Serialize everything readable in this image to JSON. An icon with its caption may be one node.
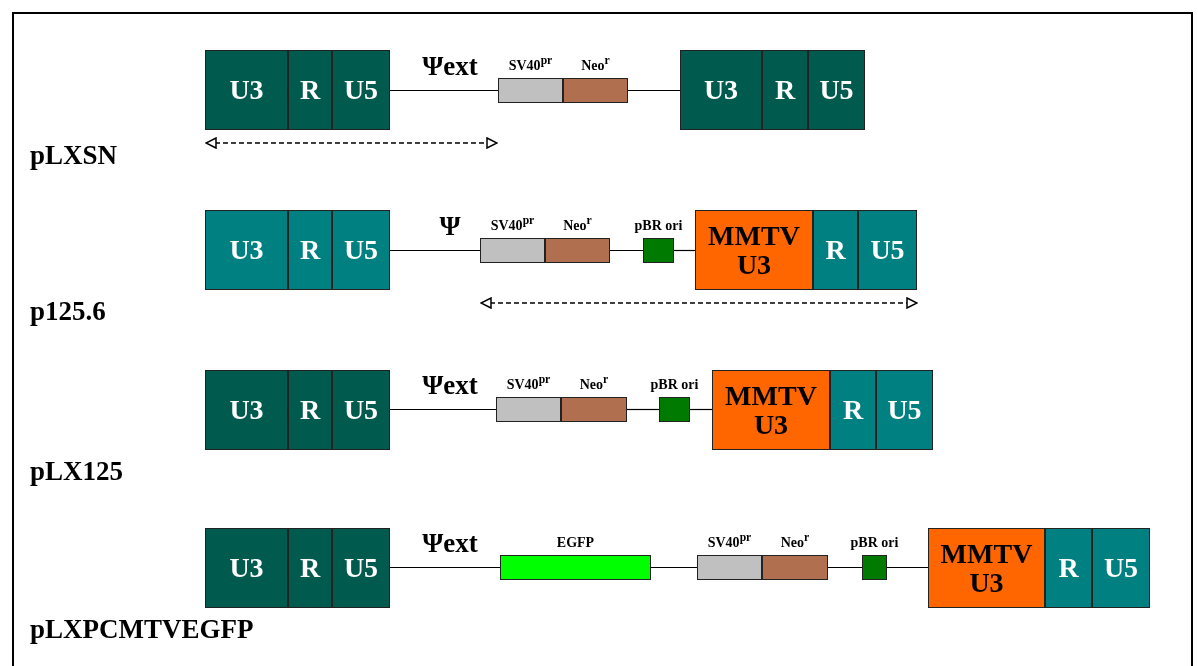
{
  "diagram": {
    "nodes": [
      {
        "text": [
          "U3"
        ]
      },
      {
        "text": [
          "R"
        ]
      },
      {
        "text": [
          "U5"
        ]
      },
      {
        "text": [
          "SV40$^{pr}$"
        ]
      },
      {
        "text": [
          "Neo$^{r}$"
        ]
      },
      {
        "text": [
          "U3"
        ]
      },
      {
        "text": [
          "R"
        ]
      },
      {
        "text": [
          "U5"
        ]
      },
      {
        "text": [
          "U3"
        ]
      },
      {
        "text": [
          "R"
        ]
      },
      {
        "text": [
          "U5"
        ]
      },
      {
        "text": [
          "SV40$^{pr}$"
        ]
      },
      {
        "text": [
          "Neo$^{r}$"
        ]
      },
      {
        "text": [
          "pBR ori"
        ]
      },
      {
        "text": [
          "MMTV U3"
        ]
      },
      {
        "text": [
          "R"
        ]
      },
      {
        "text": [
          "U5"
        ]
      },
      {
        "text": [
          "U3"
        ]
      },
      {
        "text": [
          "R"
        ]
      },
      {
        "text": [
          "U5"
        ]
      },
      {
        "text": [
          "SV40$^{pr}$"
        ]
      },
      {
        "text": [
          "Neo$^{r}$"
        ]
      },
      {
        "text": [
          "pBR ori"
        ]
      },
      {
        "text": [
          "MMTV U3"
        ]
      },
      {
        "text": [
          "R"
        ]
      },
      {
        "text": [
          "U5"
        ]
      },
      {
        "text": [
          "U3"
        ]
      },
      {
        "text": [
          "R"
        ]
      },
      {
        "text": [
          "U5"
        ]
      },
      {
        "text": [
          "EGFP"
        ]
      },
      {
        "text": [
          "SV40$^{pr}$"
        ]
      },
      {
        "text": [
          "Neo$^{r}$"
        ]
      },
      {
        "text": [
          "pBR ori"
        ]
      },
      {
        "text": [
          "MMTV U3"
        ]
      },
      {
        "text": [
          "R"
        ]
      },
      {
        "text": [
          "U5"
        ]
      }
    ],
    "edges": [
      {
        "from": 2,
        "to": 3,
        "arrow": "none",
        "label": "Ψext"
      },
      {
        "from": 4,
        "to": 5,
        "arrow": "none"
      },
      {
        "from": 10,
        "to": 11,
        "arrow": "none",
        "label": "Ψ"
      },
      {
        "from": 12,
        "to": 13,
        "arrow": "none"
      },
      {
        "from": 13,
        "to": 14,
        "arrow": "none"
      },
      {
        "from": 19,
        "to": 20,
        "arrow": "none",
        "label": "Ψext"
      },
      {
        "from": 21,
        "to": 22,
        "arrow": "none"
      },
      {
        "from": 22,
        "to": 23,
        "arrow": "none"
      },
      {
        "from": 28,
        "to": 29,
        "arrow": "none",
        "label": "Ψext"
      },
      {
        "from": 29,
        "to": 30,
        "arrow": "none"
      },
      {
        "from": 31,
        "to": 32,
        "arrow": "none"
      },
      {
        "from": 32,
        "to": 33,
        "arrow": "none"
      }
    ],
    "labels": [
      "pLXSN",
      "p125.6",
      "pLX125",
      "pLXPCMTVEGFP"
    ]
  }
}
